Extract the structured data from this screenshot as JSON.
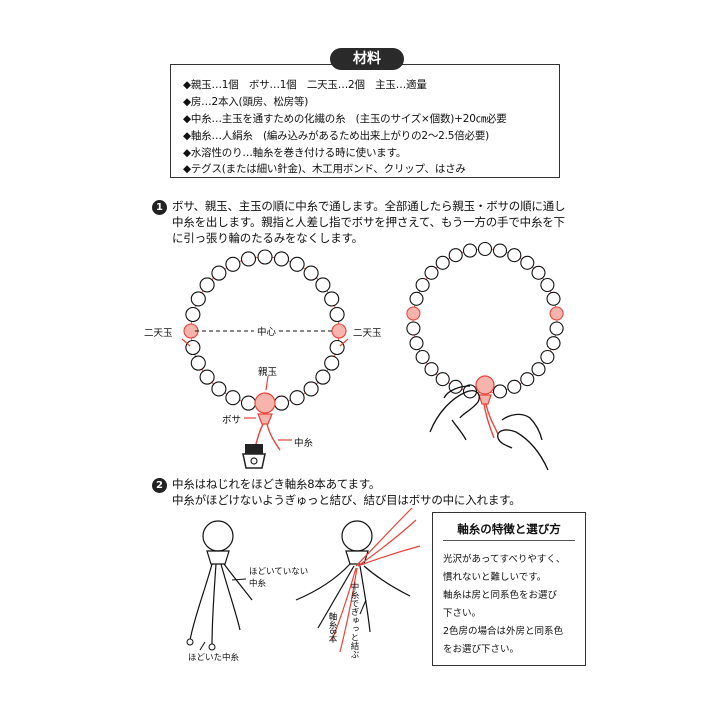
{
  "materials": {
    "title": "材料",
    "lines": [
      "◆親玉…1個　ボサ…1個　二天玉…2個　主玉…適量",
      "◆房…2本入(頭房、松房等)",
      "◆中糸…主玉を通すための化繊の糸　(主玉のサイズ×個数)+20㎝必要",
      "◆軸糸…人絹糸　(編み込みがあるため出来上がりの2〜2.5倍必要)",
      "◆水溶性のり…軸糸を巻き付ける時に使います。",
      "◆テグス(または細い針金)、木工用ボンド、クリップ、はさみ"
    ]
  },
  "step1": {
    "number": "1",
    "lines": [
      "ボサ、親玉、主玉の順に中糸で通します。全部通したら親玉・ボサの順に通し",
      "中糸を出します。親指と人差し指でボサを押さえて、もう一方の手で中糸を下",
      "に引っ張り輪のたるみをなくします。"
    ],
    "labels": {
      "nitendama_left": "二天玉",
      "nitendama_right": "二天玉",
      "center": "中心",
      "oyadama": "親玉",
      "bosa": "ボサ",
      "nakaito": "中糸"
    }
  },
  "step2": {
    "number": "2",
    "lines": [
      "中糸はねじれをほどき軸糸8本あてます。",
      "中糸がほどけないようぎゅっと結び、結び目はボサの中に入れます。"
    ],
    "labels": {
      "untwisted_a": "ほどいていない",
      "untwisted_b": "中糸",
      "twisted": "ほどいた中糸",
      "axis8": "軸糸8本",
      "tie": "中糸でぎゅっと結ぶ"
    }
  },
  "tip": {
    "title": "軸糸の特徴と選び方",
    "lines": [
      "光沢があってすべりやすく、",
      "慣れないと難しいです。",
      "軸糸は房と同系色をお選び",
      "下さい。",
      "2色房の場合は外房と同系色",
      "をお選び下さい。"
    ]
  },
  "colors": {
    "accent": "#e8433a",
    "accent_fill": "#f7b4ad",
    "ink": "#111111"
  }
}
